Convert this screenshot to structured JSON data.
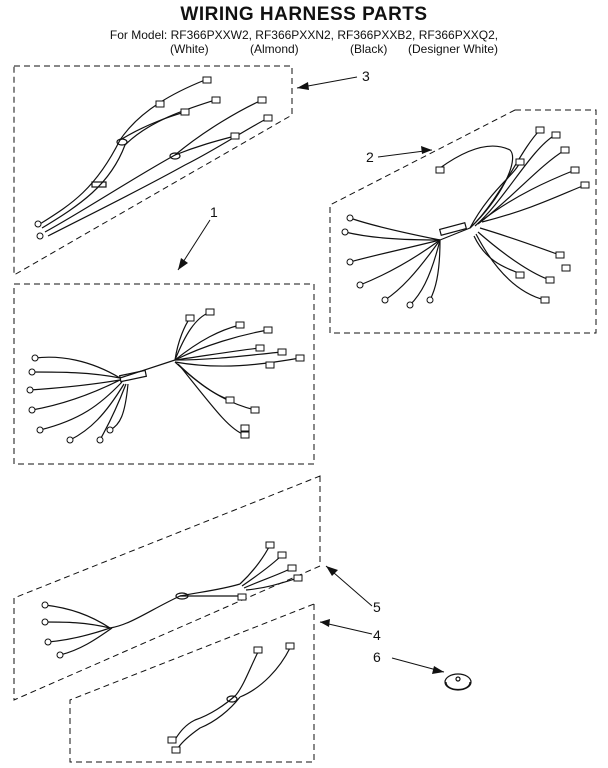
{
  "title": "WIRING HARNESS PARTS",
  "model_line": "For Model: RF366PXXW2, RF366PXXN2, RF366PXXB2, RF366PXXQ2,",
  "colors": [
    "(White)",
    "(Almond)",
    "(Black)",
    "(Designer White)"
  ],
  "callouts": [
    "1",
    "2",
    "3",
    "4",
    "5",
    "6"
  ],
  "line_color": "#111111"
}
